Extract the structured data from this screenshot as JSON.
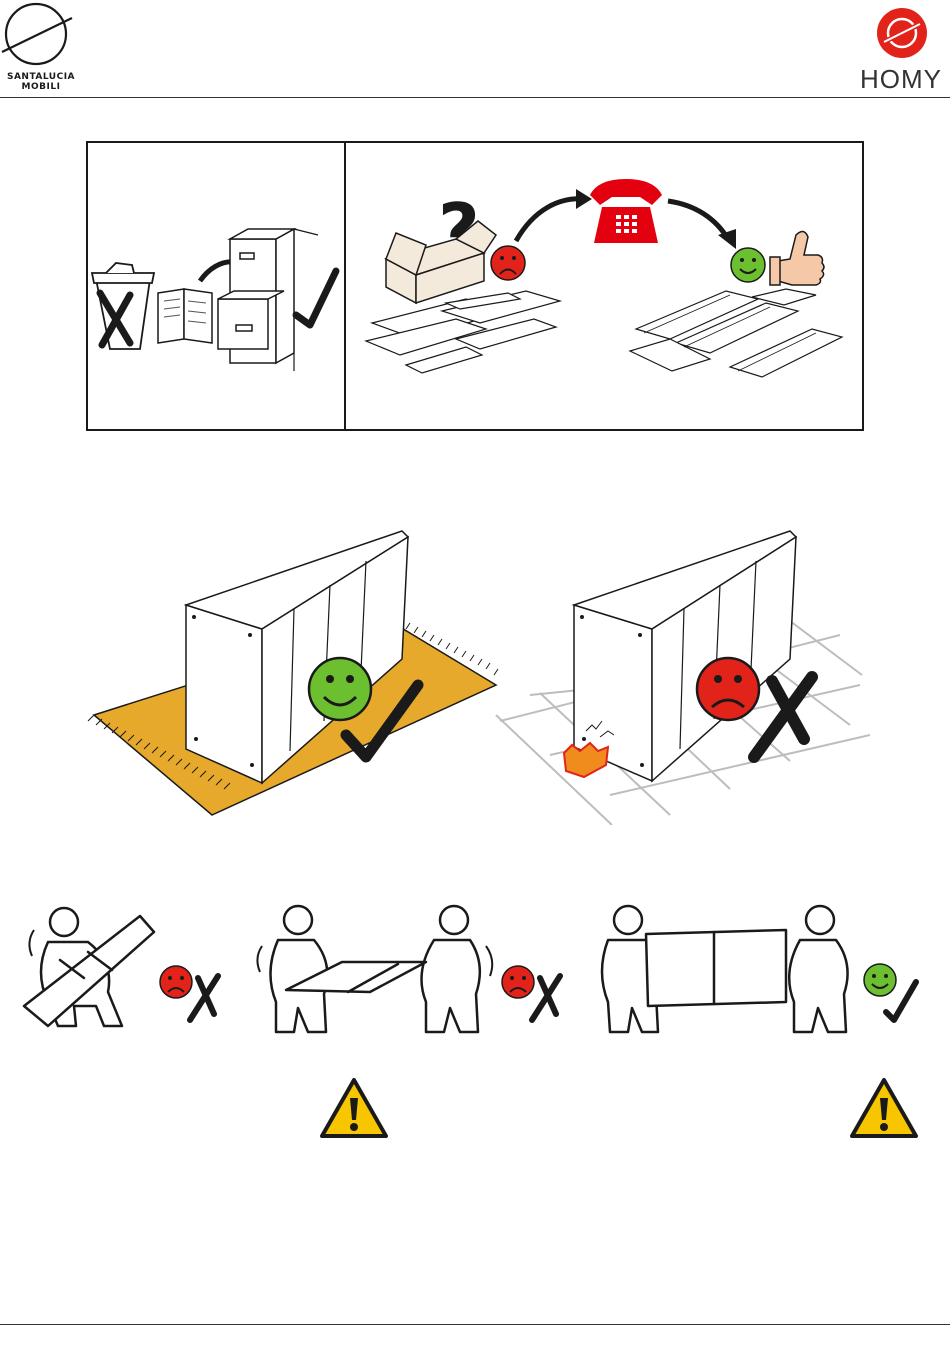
{
  "header": {
    "left_brand_line1": "SANTALUCIA",
    "left_brand_line2": "MOBILI",
    "right_brand": "HOMY"
  },
  "colors": {
    "brand_red": "#e2231a",
    "phone_red": "#e3000f",
    "happy_green": "#6cbf2e",
    "sad_red": "#e2231a",
    "rug_yellow": "#e6a92b",
    "warning_yellow": "#f7c600",
    "line": "#1a1a1a",
    "grid_gray": "#bdbdbd",
    "damage_orange": "#f08c1e"
  },
  "icons": {
    "header_left": "santalucia-mobili-logo",
    "header_right": "homy-logo",
    "instructions_kept": "archive-instructions-icon",
    "missing_parts": "call-for-missing-parts-icon",
    "assemble_on_rug": "assemble-on-soft-surface-icon",
    "assemble_on_hard_floor": "hard-floor-damage-icon",
    "lift_alone": "lift-alone-wrong-icon",
    "lift_flat_two": "lift-flat-two-persons-wrong-icon",
    "lift_upright_two": "lift-upright-two-persons-correct-icon",
    "warning": "warning-triangle-icon"
  }
}
